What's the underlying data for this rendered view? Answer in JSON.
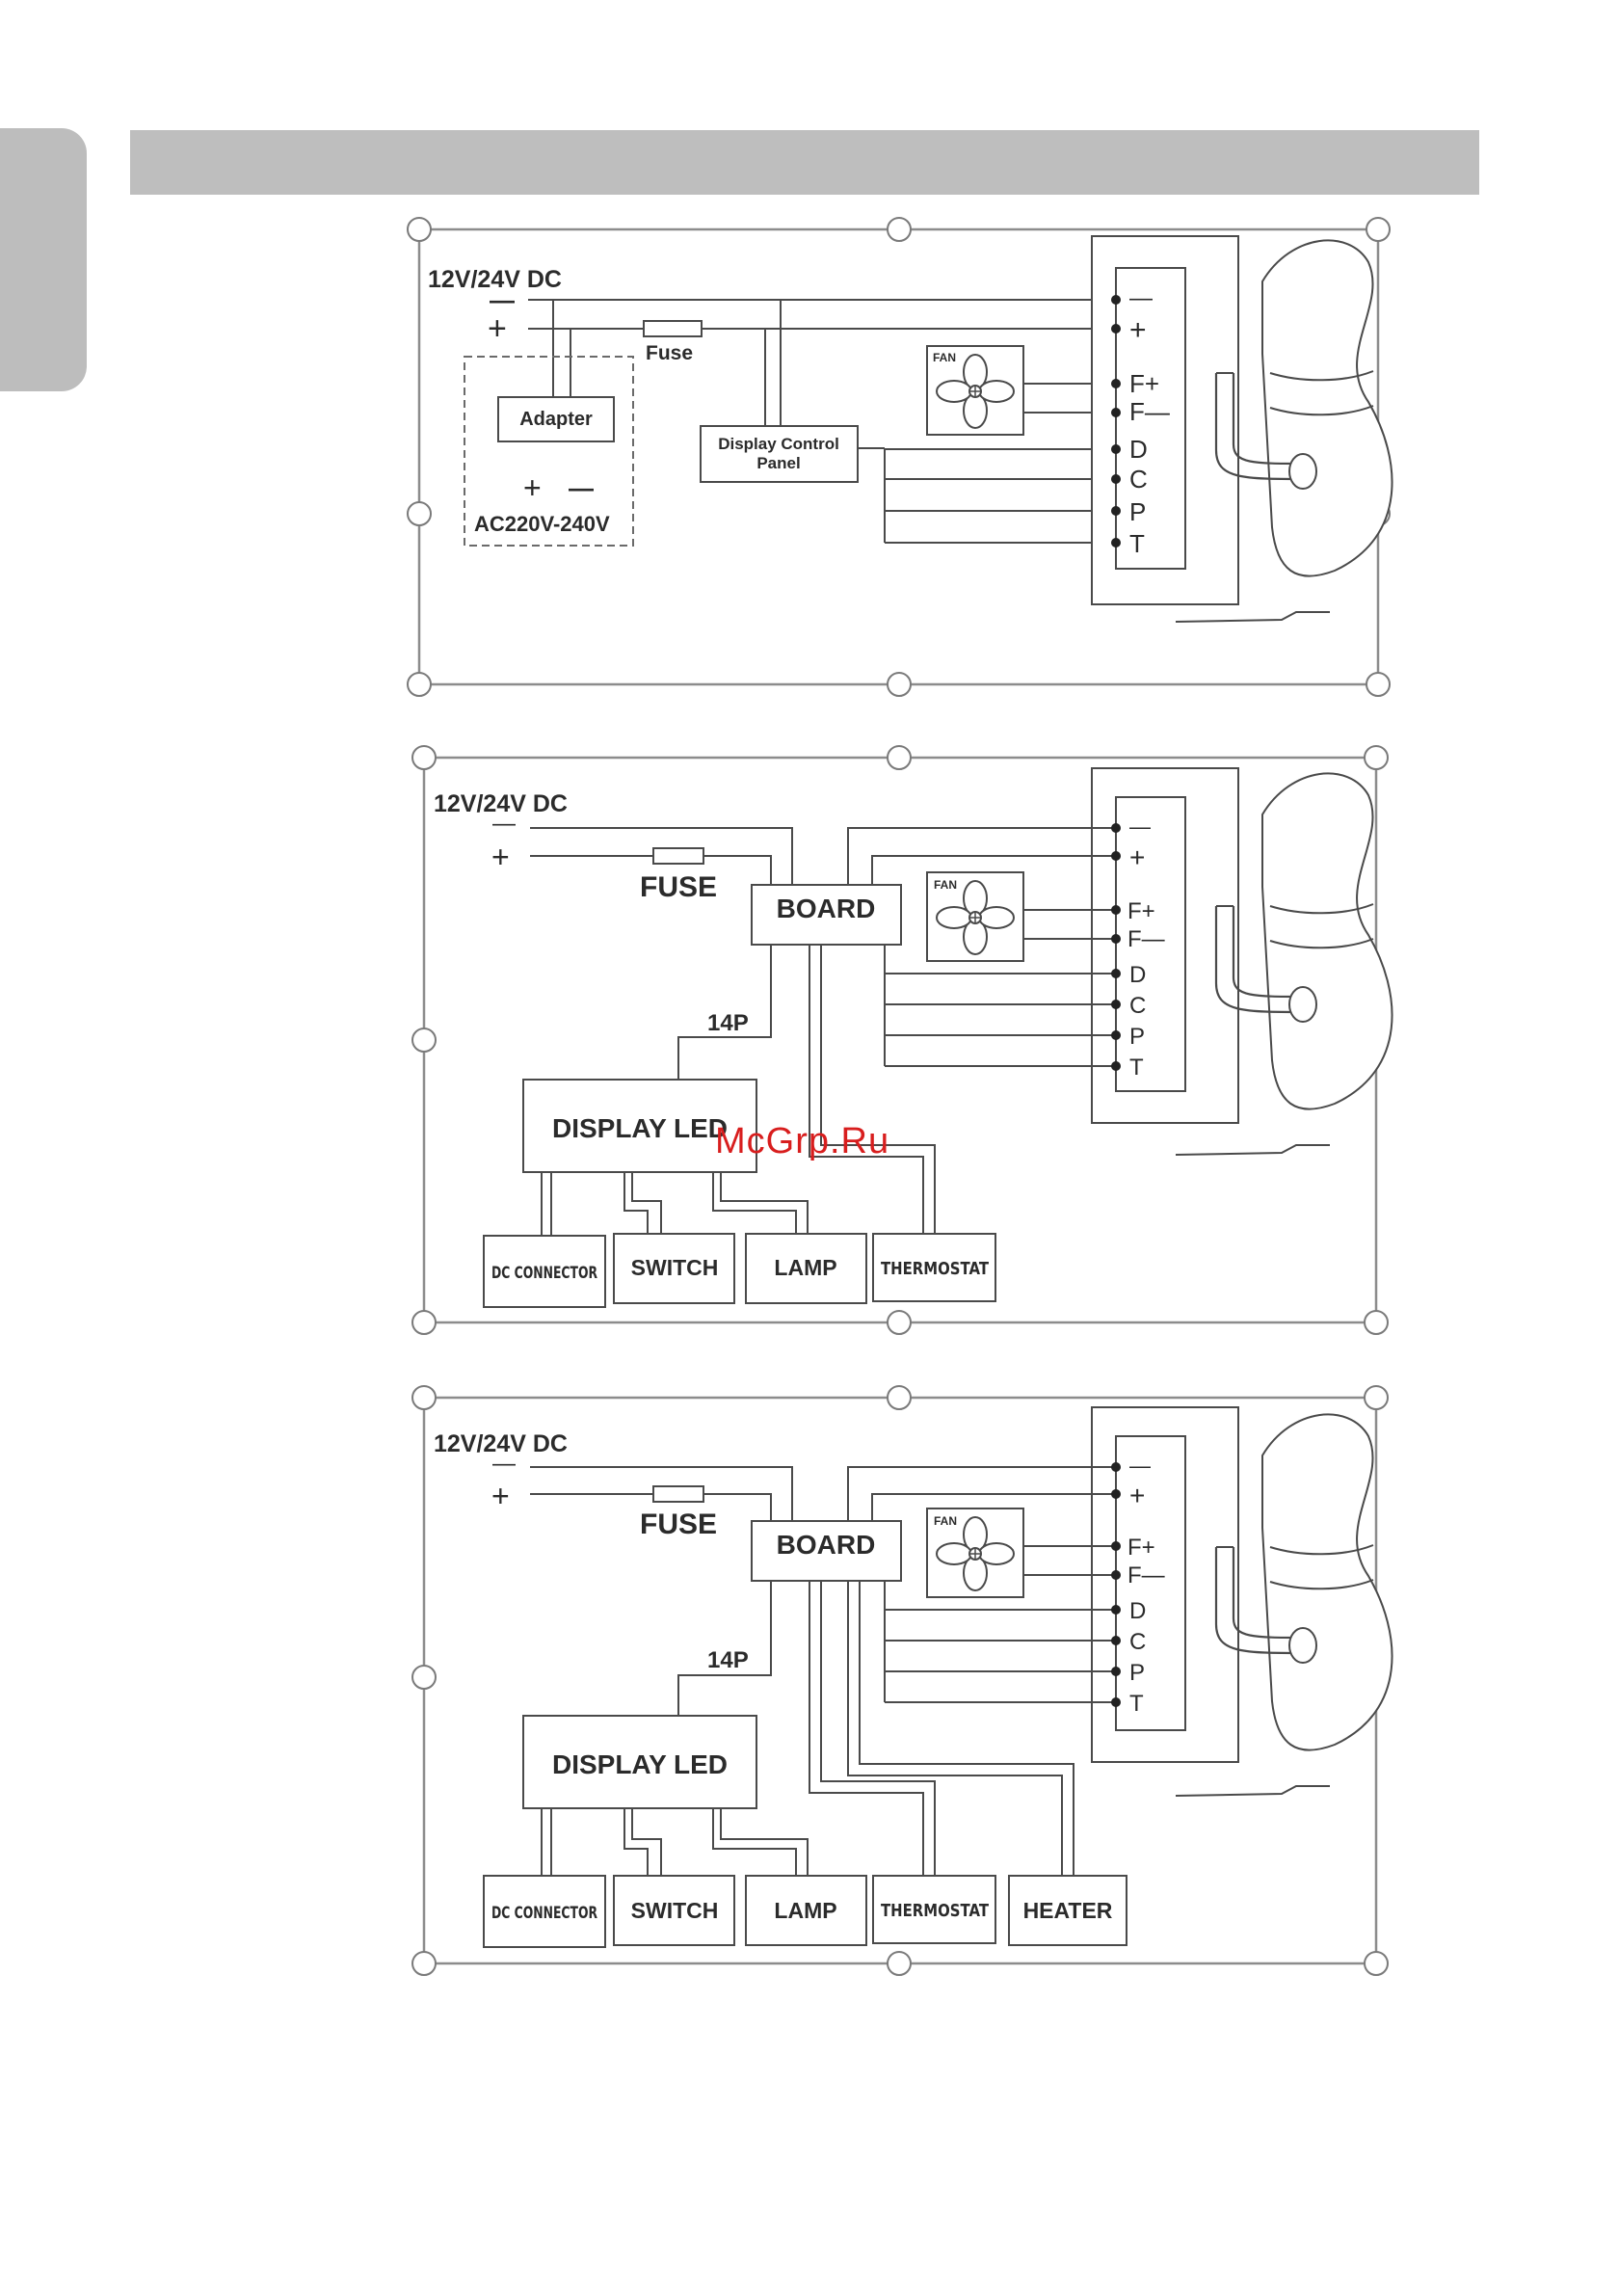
{
  "diagram1": {
    "supply_label": "12V/24V DC",
    "minus_sign": "—",
    "plus_sign": "+",
    "fuse_label": "Fuse",
    "adapter_label": "Adapter",
    "adapter_plus": "+",
    "adapter_minus": "—",
    "ac_label": "AC220V-240V",
    "display_panel_line1": "Display Control",
    "display_panel_line2": "Panel",
    "fan_label": "FAN",
    "terminals": [
      "—",
      "+",
      "F+",
      "F—",
      "D",
      "C",
      "P",
      "T"
    ]
  },
  "diagram2": {
    "supply_label": "12V/24V DC",
    "minus_sign": "—",
    "plus_sign": "+",
    "fuse_label": "FUSE",
    "board_label": "BOARD",
    "fan_label": "FAN",
    "cable_label": "14P",
    "display_label": "DISPLAY LED",
    "components": [
      "DC CONNECTOR",
      "SWITCH",
      "LAMP",
      "THERMOSTAT"
    ],
    "terminals": [
      "—",
      "+",
      "F+",
      "F—",
      "D",
      "C",
      "P",
      "T"
    ]
  },
  "diagram3": {
    "supply_label": "12V/24V DC",
    "minus_sign": "—",
    "plus_sign": "+",
    "fuse_label": "FUSE",
    "board_label": "BOARD",
    "fan_label": "FAN",
    "cable_label": "14P",
    "display_label": "DISPLAY LED",
    "components": [
      "DC CONNECTOR",
      "SWITCH",
      "LAMP",
      "THERMOSTAT",
      "HEATER"
    ],
    "terminals": [
      "—",
      "+",
      "F+",
      "F—",
      "D",
      "C",
      "P",
      "T"
    ]
  },
  "watermark": "McGrp.Ru"
}
